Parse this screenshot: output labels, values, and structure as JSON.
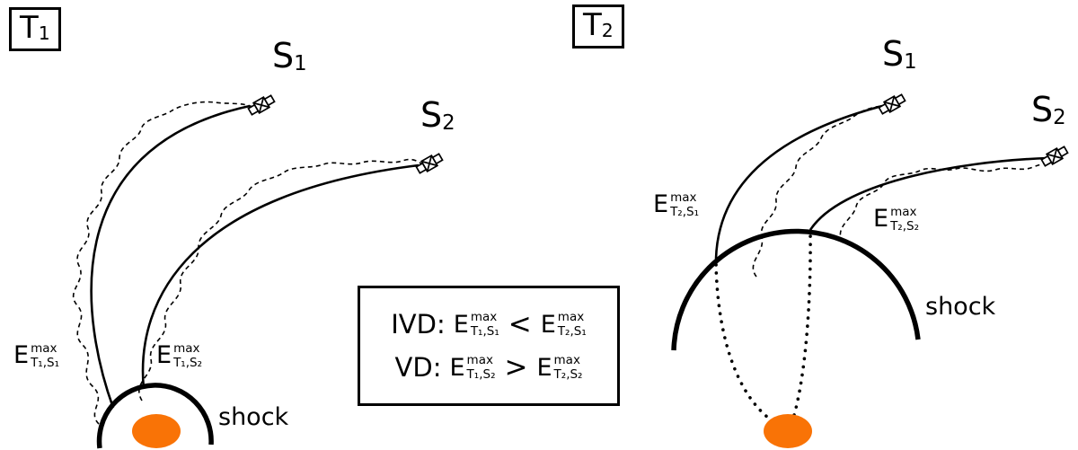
{
  "colors": {
    "sun": "#f97306",
    "stroke": "#000000"
  },
  "t1": {
    "time": {
      "base": "T",
      "sub": "1"
    },
    "s1": {
      "base": "S",
      "sub": "1"
    },
    "s2": {
      "base": "S",
      "sub": "2"
    },
    "shock": "shock",
    "e_s1": {
      "base": "E",
      "sup": "max",
      "sub": "T₁,S₁"
    },
    "e_s2": {
      "base": "E",
      "sup": "max",
      "sub": "T₁,S₂"
    }
  },
  "t2": {
    "time": {
      "base": "T",
      "sub": "2"
    },
    "s1": {
      "base": "S",
      "sub": "1"
    },
    "s2": {
      "base": "S",
      "sub": "2"
    },
    "shock": "shock",
    "e_s1": {
      "base": "E",
      "sup": "max",
      "sub": "T₂,S₁"
    },
    "e_s2": {
      "base": "E",
      "sup": "max",
      "sub": "T₂,S₂"
    }
  },
  "legend": {
    "row1": {
      "name": "IVD:",
      "op": "<",
      "left": {
        "base": "E",
        "sup": "max",
        "sub": "T₁,S₁"
      },
      "right": {
        "base": "E",
        "sup": "max",
        "sub": "T₂,S₁"
      }
    },
    "row2": {
      "name": "VD:",
      "op": ">",
      "left": {
        "base": "E",
        "sup": "max",
        "sub": "T₁,S₂"
      },
      "right": {
        "base": "E",
        "sup": "max",
        "sub": "T₂,S₂"
      }
    }
  }
}
